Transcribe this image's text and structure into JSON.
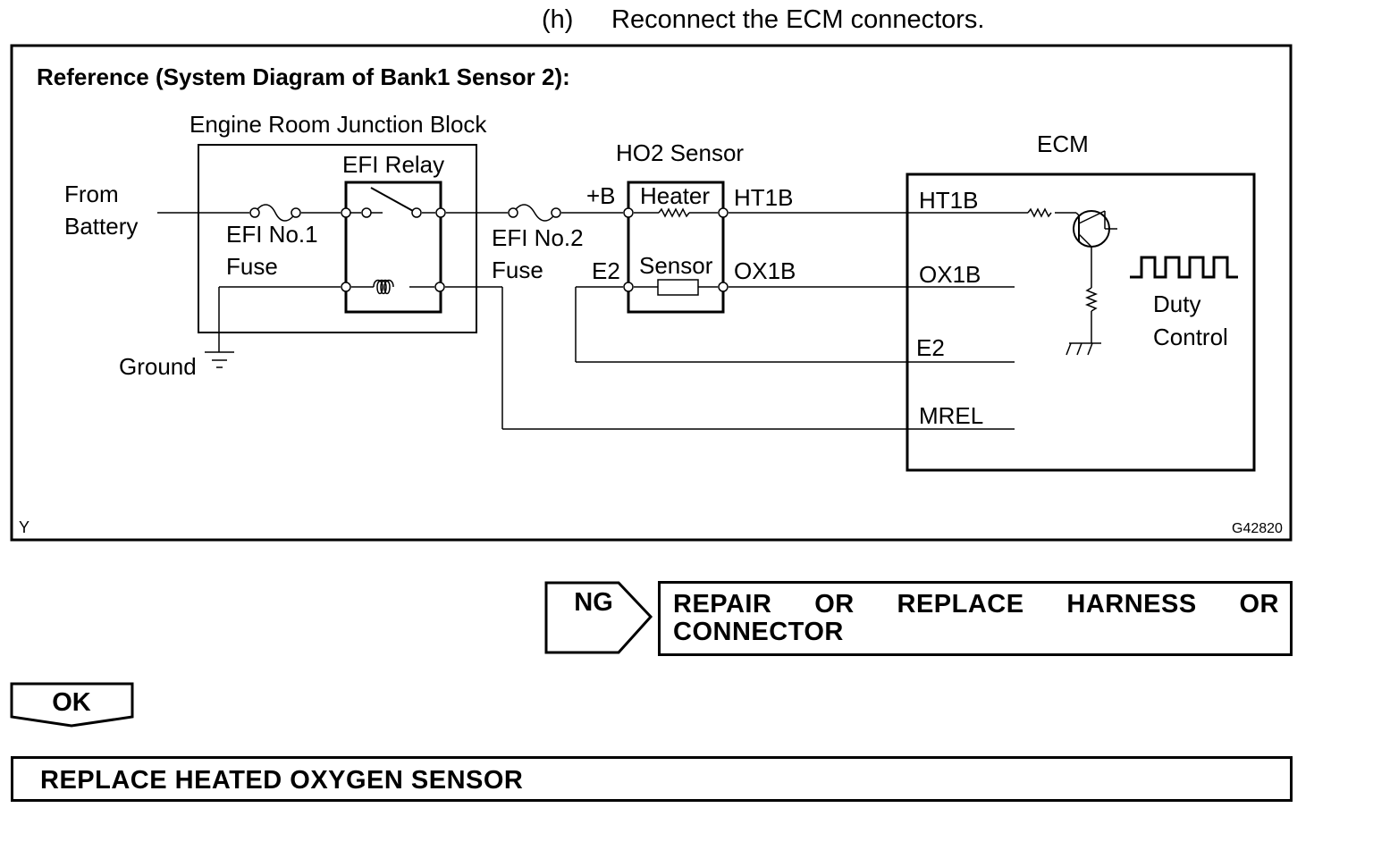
{
  "step": {
    "letter": "(h)",
    "text": "Reconnect the ECM connectors."
  },
  "diagram": {
    "title": "Reference (System Diagram of Bank1 Sensor 2):",
    "junction_block": "Engine Room Junction Block",
    "efi_relay": "EFI Relay",
    "from_battery_1": "From",
    "from_battery_2": "Battery",
    "efi1_1": "EFI No.1",
    "efi1_2": "Fuse",
    "efi2_1": "EFI No.2",
    "efi2_2": "Fuse",
    "ground": "Ground",
    "ho2": "HO2 Sensor",
    "plus_b": "+B",
    "heater": "Heater",
    "sensor": "Sensor",
    "e2_left": "E2",
    "ht1b_left": "HT1B",
    "ox1b_left": "OX1B",
    "ecm": "ECM",
    "ht1b": "HT1B",
    "ox1b": "OX1B",
    "e2": "E2",
    "mrel": "MREL",
    "duty_1": "Duty",
    "duty_2": "Control",
    "corner_left": "Y",
    "figure_id": "G42820"
  },
  "ng": {
    "label": "NG",
    "result": "REPAIR OR REPLACE HARNESS OR CONNECTOR"
  },
  "ok": {
    "label": "OK"
  },
  "final": {
    "text": "REPLACE HEATED OXYGEN SENSOR"
  }
}
